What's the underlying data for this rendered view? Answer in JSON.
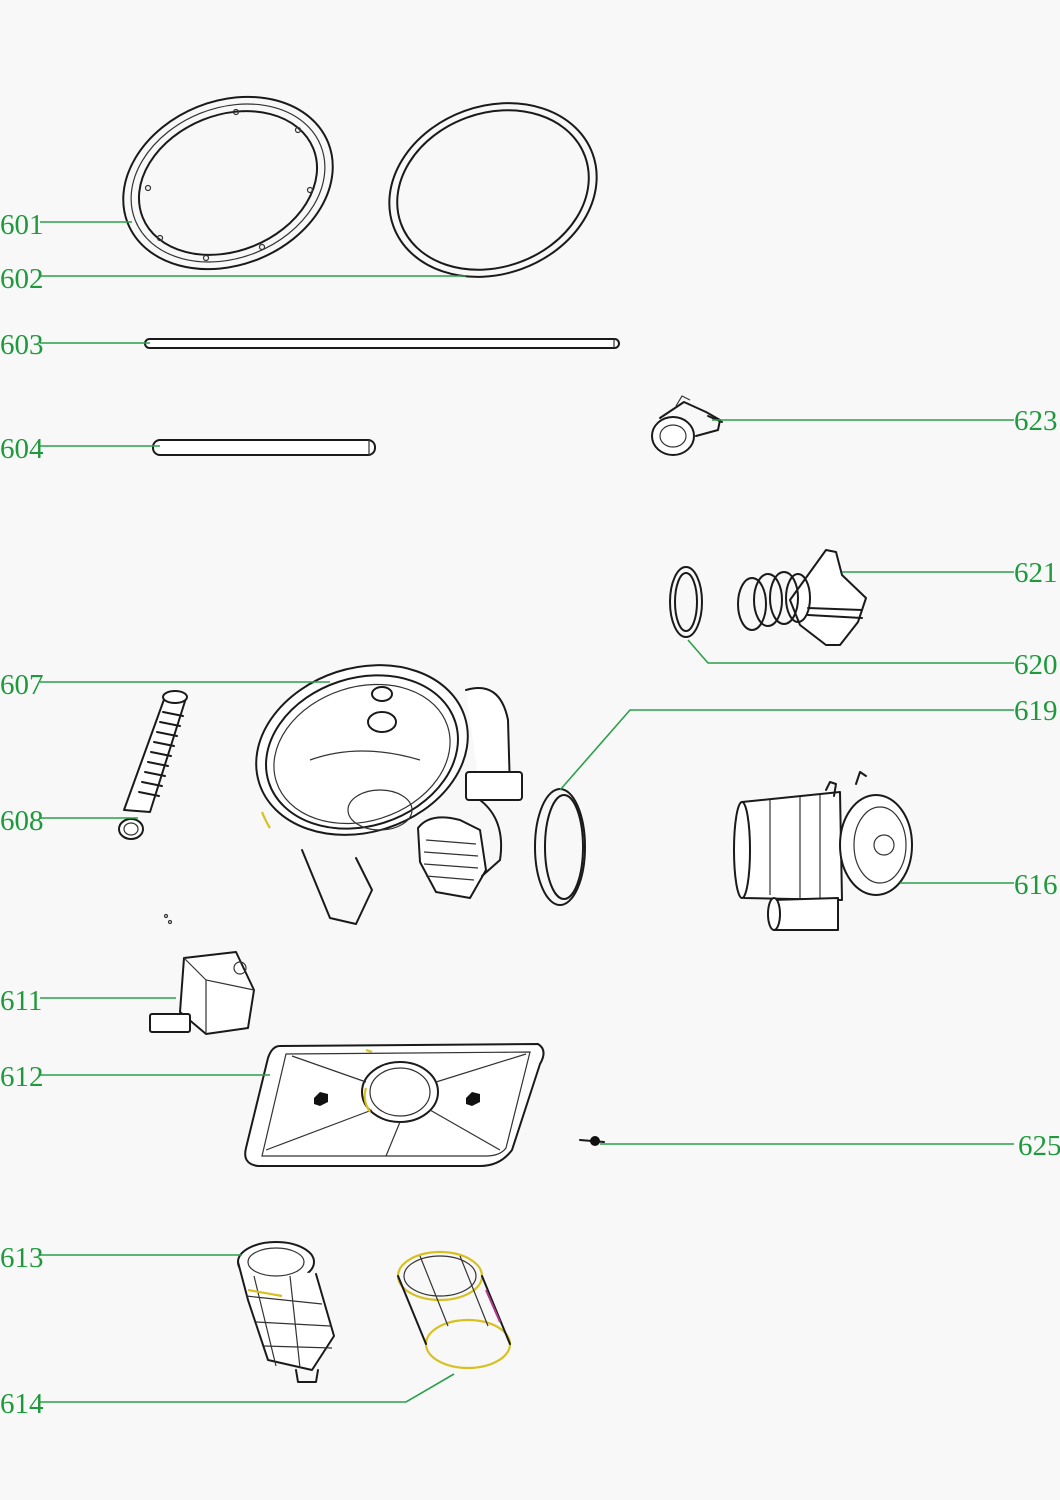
{
  "callouts": [
    {
      "id": "601",
      "text": "601"
    },
    {
      "id": "602",
      "text": "602"
    },
    {
      "id": "603",
      "text": "603"
    },
    {
      "id": "604",
      "text": "604"
    },
    {
      "id": "607",
      "text": "607"
    },
    {
      "id": "608",
      "text": "608"
    },
    {
      "id": "611",
      "text": "611"
    },
    {
      "id": "612",
      "text": "612"
    },
    {
      "id": "613",
      "text": "613"
    },
    {
      "id": "614",
      "text": "614"
    },
    {
      "id": "623",
      "text": "623"
    },
    {
      "id": "621",
      "text": "621"
    },
    {
      "id": "620",
      "text": "620"
    },
    {
      "id": "619",
      "text": "619"
    },
    {
      "id": "616",
      "text": "616"
    },
    {
      "id": "625",
      "text": "625"
    }
  ],
  "colors": {
    "leader": "#2aa04a",
    "label": "#1e9a3c",
    "outline": "#1a1a1a",
    "background": "#f7f8f7"
  }
}
